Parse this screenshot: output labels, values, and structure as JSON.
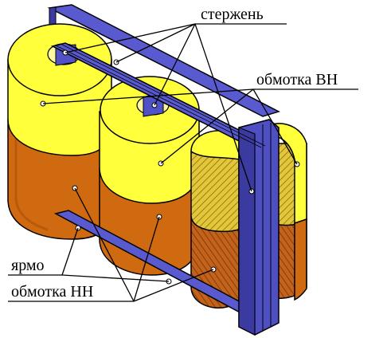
{
  "labels": {
    "core": "стержень",
    "hv_winding": "обмотка ВН",
    "yoke": "ярмо",
    "lv_winding": "обмотка НН"
  },
  "colors": {
    "hv": "#ffff3c",
    "hv_shadow": "#d8d820",
    "lv": "#d06a10",
    "lv_shadow": "#a94f0a",
    "core": "#5252c8",
    "core_dark": "#3a3aa0",
    "cut_hv": "#e3c73a",
    "cut_lv": "#c2621b",
    "outline": "#000000"
  }
}
